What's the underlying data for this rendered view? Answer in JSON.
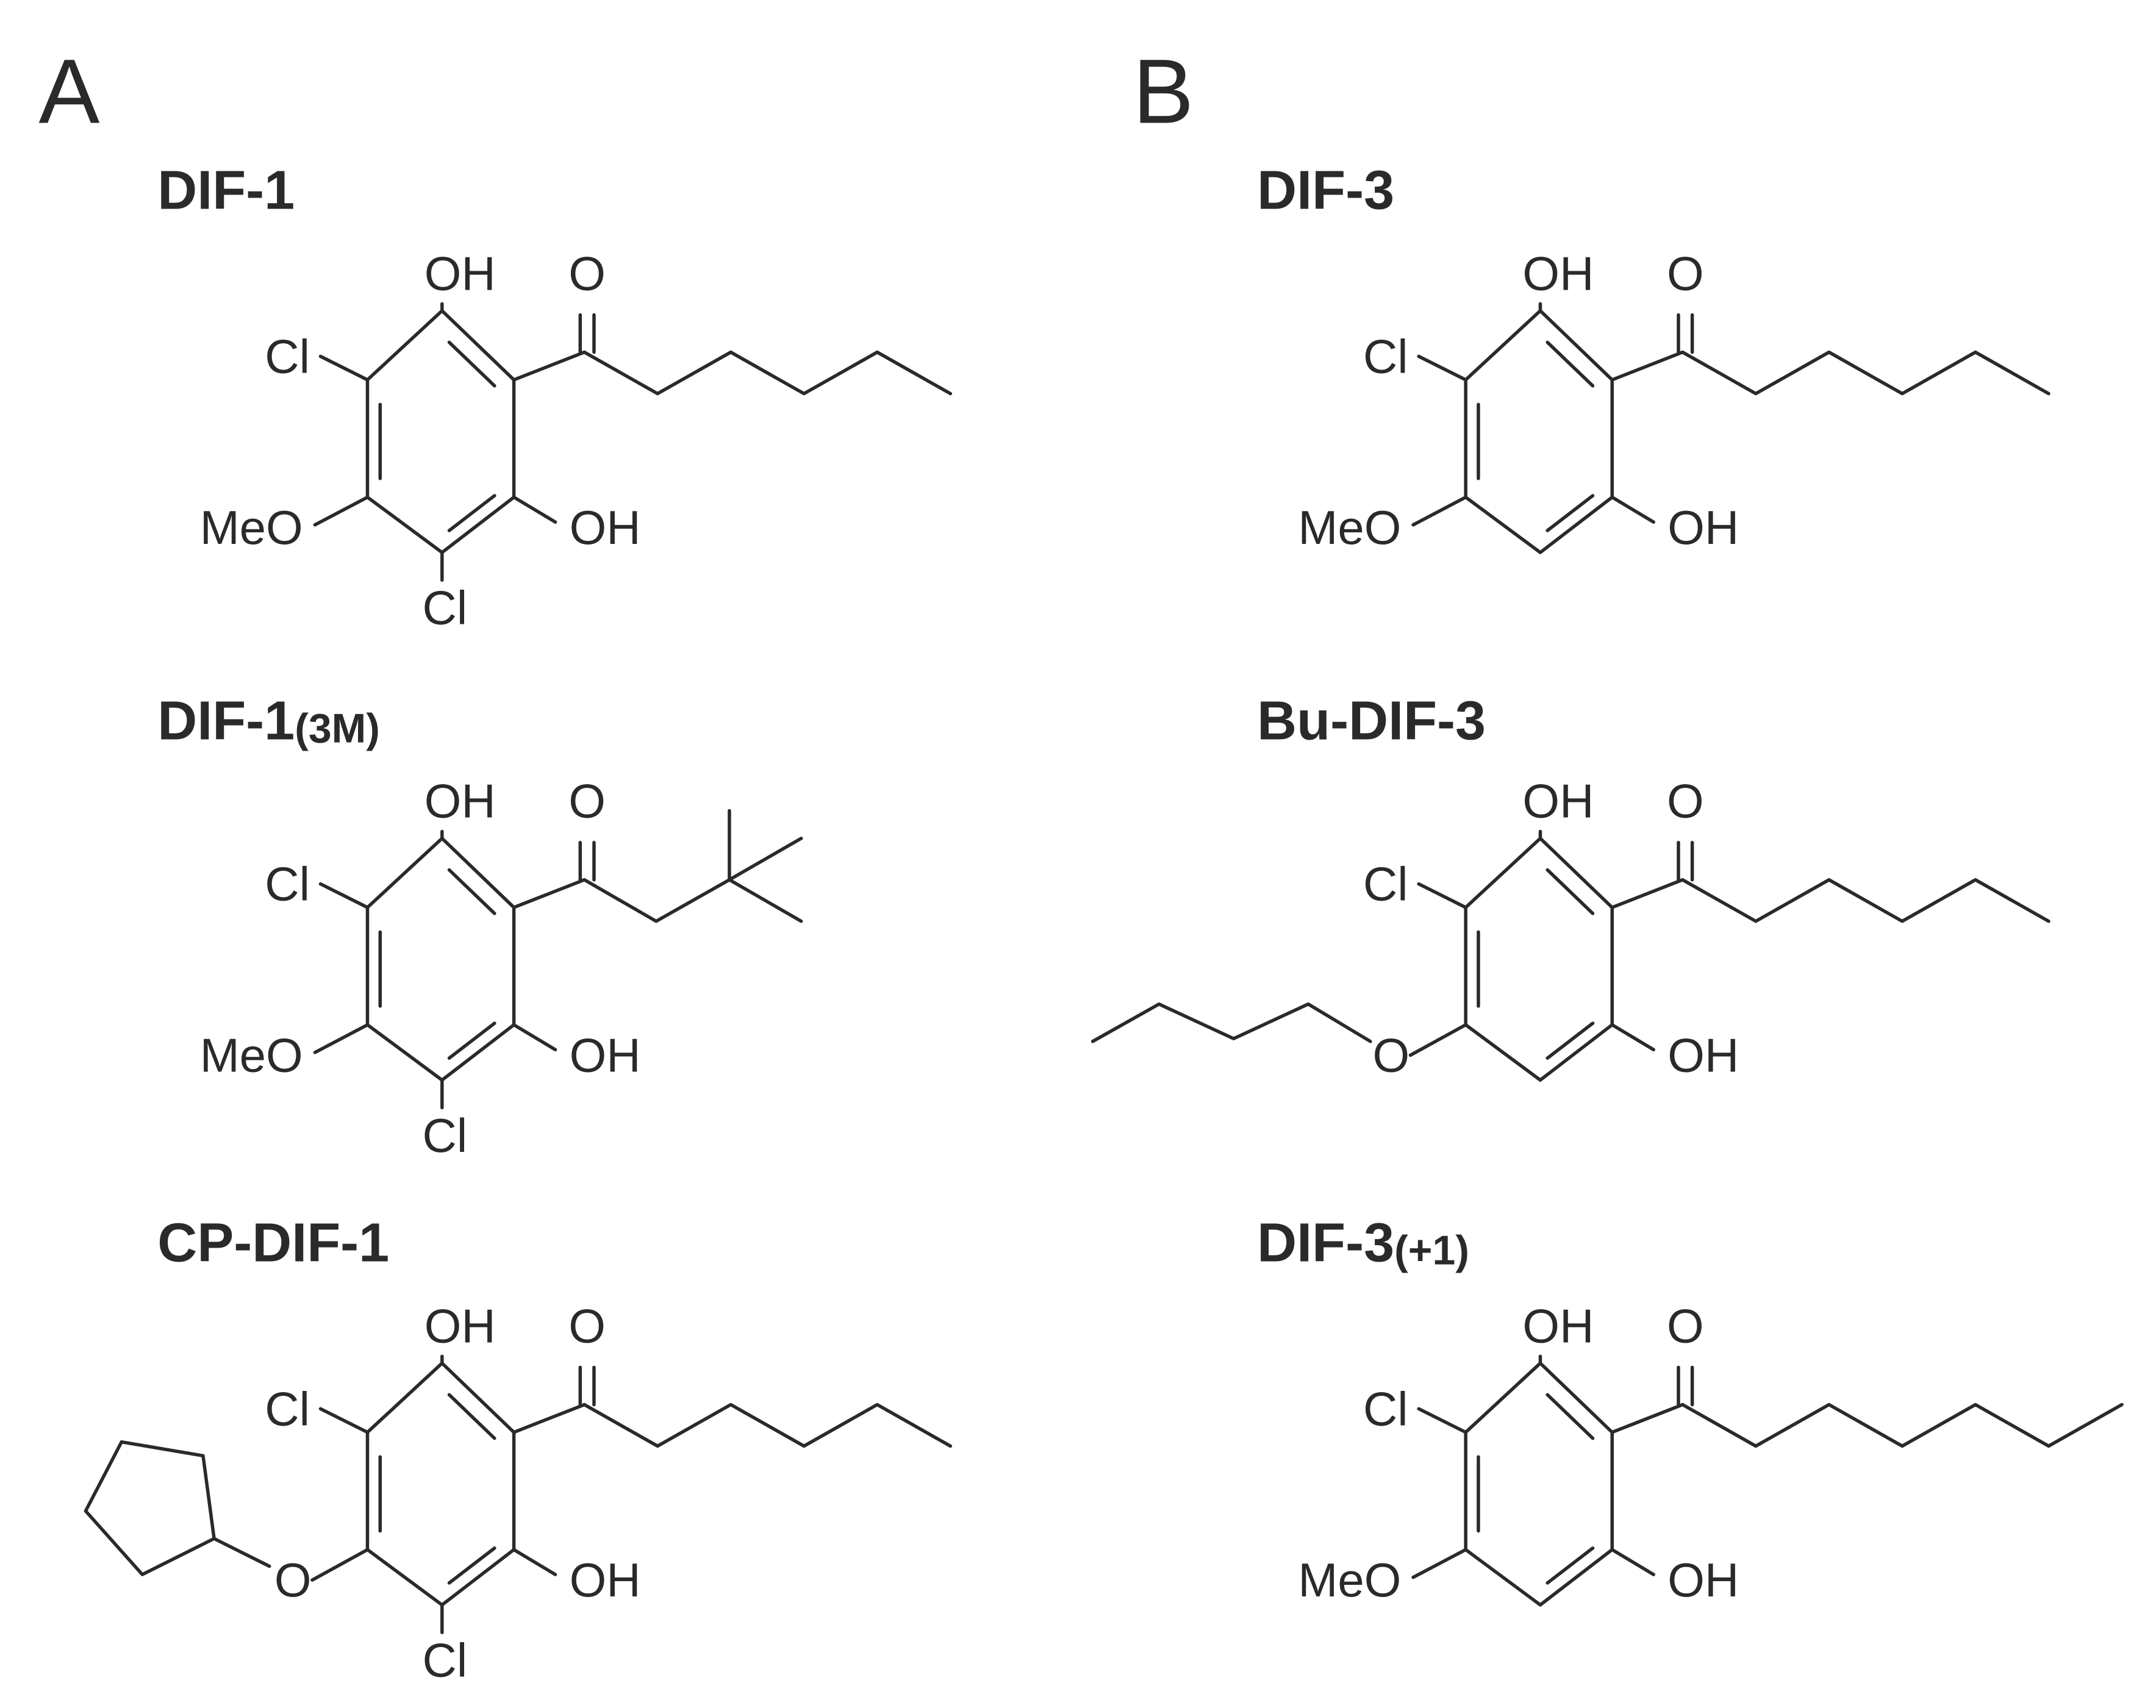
{
  "panels": [
    {
      "letter": "A",
      "compounds": [
        {
          "name": "DIF-1",
          "name_sub": ""
        },
        {
          "name": "DIF-1",
          "name_sub": "(3M)"
        },
        {
          "name": "CP-DIF-1",
          "name_sub": ""
        }
      ]
    },
    {
      "letter": "B",
      "compounds": [
        {
          "name": "DIF-3",
          "name_sub": ""
        },
        {
          "name": "Bu-DIF-3",
          "name_sub": ""
        },
        {
          "name": "DIF-3",
          "name_sub": "(+1)"
        }
      ]
    }
  ],
  "atoms": {
    "OH": "OH",
    "O": "O",
    "Cl": "Cl",
    "MeO": "MeO"
  }
}
